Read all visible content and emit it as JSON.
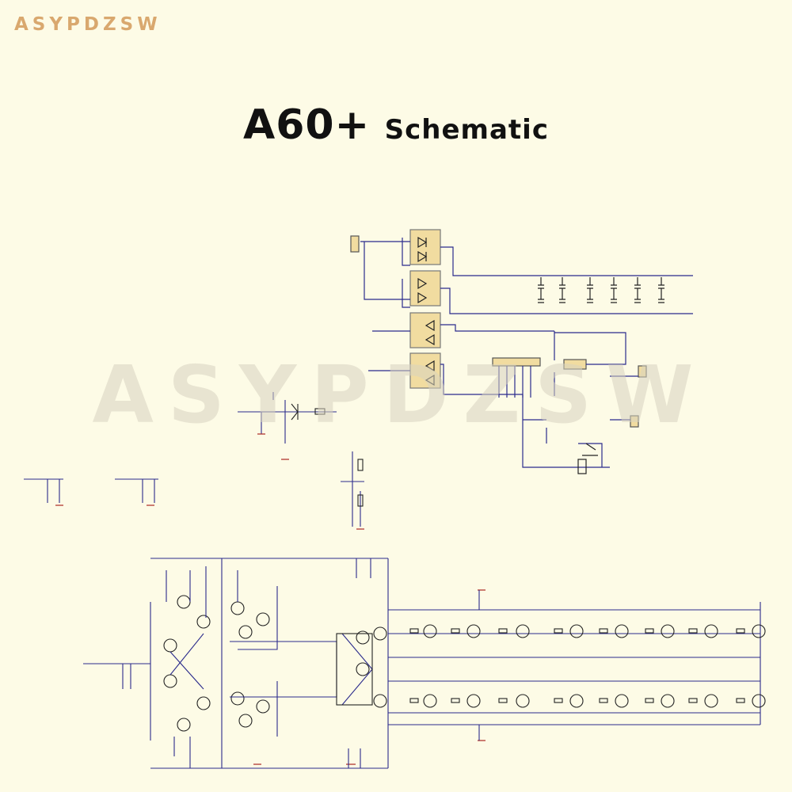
{
  "brand": "ASYPDZSW",
  "title": {
    "model": "A60+",
    "word": "Schematic"
  },
  "watermark": "ASYPDZSW",
  "colors": {
    "wire": "#2b2b8c",
    "component": "#222222",
    "ground": "#b0302a",
    "highlight": "#f1dca0",
    "brand": "#d9a86e"
  }
}
